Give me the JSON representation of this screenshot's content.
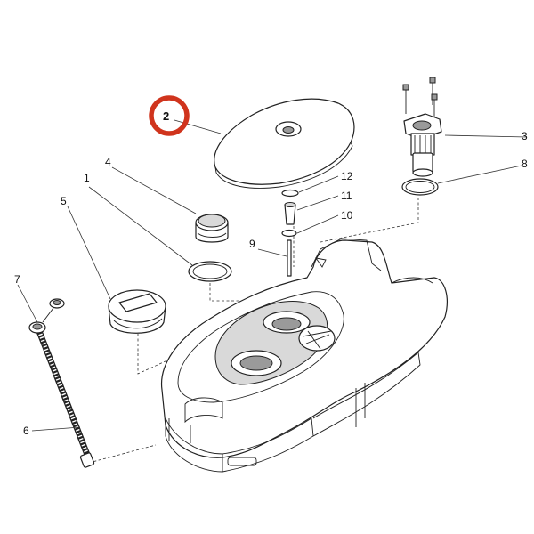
{
  "diagram": {
    "highlight_color": "#d0341d",
    "highlighted_callout": "2",
    "callouts": [
      {
        "id": "c1",
        "label": "1"
      },
      {
        "id": "c2",
        "label": "2"
      },
      {
        "id": "c3",
        "label": "3"
      },
      {
        "id": "c4",
        "label": "4"
      },
      {
        "id": "c5",
        "label": "5"
      },
      {
        "id": "c6",
        "label": "6"
      },
      {
        "id": "c7",
        "label": "7"
      },
      {
        "id": "c8",
        "label": "8"
      },
      {
        "id": "c9",
        "label": "9"
      },
      {
        "id": "c10",
        "label": "10"
      },
      {
        "id": "c11",
        "label": "11"
      },
      {
        "id": "c12",
        "label": "12"
      }
    ]
  }
}
